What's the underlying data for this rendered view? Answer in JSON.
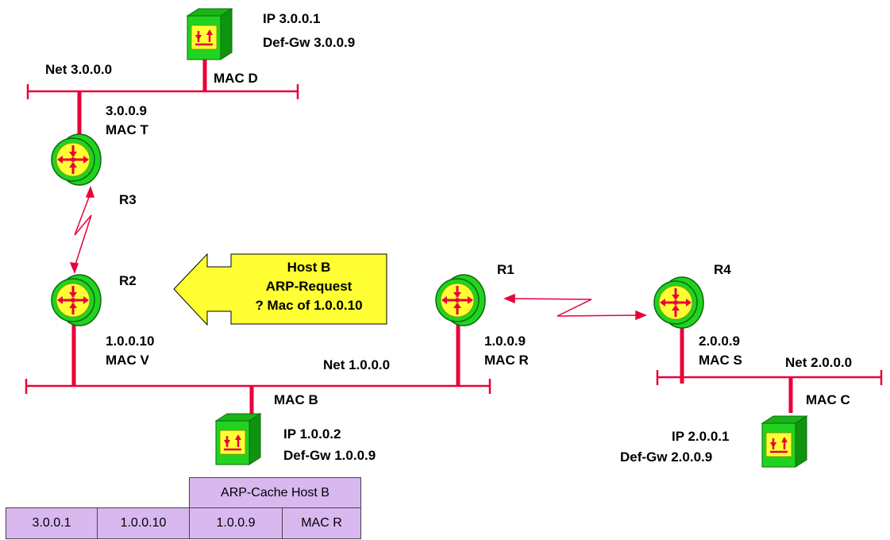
{
  "networks": {
    "net3": {
      "label": "Net 3.0.0.0"
    },
    "net1": {
      "label": "Net 1.0.0.0"
    },
    "net2": {
      "label": "Net 2.0.0.0"
    }
  },
  "hosts": {
    "d": {
      "ip": "IP 3.0.0.1",
      "gw": "Def-Gw  3.0.0.9",
      "mac": "MAC D"
    },
    "b": {
      "ip": "IP 1.0.0.2",
      "gw": "Def-Gw  1.0.0.9",
      "mac": "MAC B"
    },
    "c": {
      "ip": "IP 2.0.0.1",
      "gw": "Def-Gw  2.0.0.9",
      "mac": "MAC C"
    }
  },
  "routers": {
    "r3": {
      "name": "R3",
      "ip": "3.0.0.9",
      "mac": "MAC T"
    },
    "r2": {
      "name": "R2",
      "ip": "1.0.0.10",
      "mac": "MAC V"
    },
    "r1": {
      "name": "R1",
      "ip": "1.0.0.9",
      "mac": "MAC R"
    },
    "r4": {
      "name": "R4",
      "ip": "2.0.0.9",
      "mac": "MAC S"
    }
  },
  "callout": {
    "line1": "Host B",
    "line2": "ARP-Request",
    "line3": "? Mac of 1.0.0.10"
  },
  "arp_cache": {
    "header": "ARP-Cache Host B",
    "row": [
      "3.0.0.1",
      "1.0.0.10",
      "1.0.0.9",
      "MAC R"
    ]
  },
  "colors": {
    "wire": "#e8003a",
    "device_green": "#21d321",
    "device_face": "#ffff33",
    "callout_fill": "#ffff33",
    "cache_fill": "#d9b8f0"
  }
}
